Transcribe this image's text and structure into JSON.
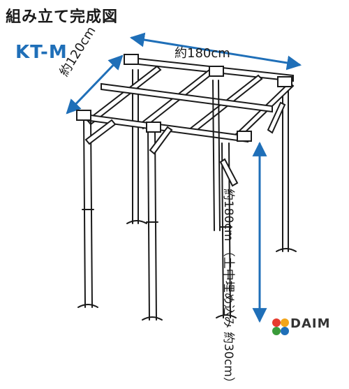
{
  "title": "組み立て完成図",
  "model": "KT-M",
  "dimensions": {
    "width": "約180cm",
    "depth": "約120cm",
    "height": "約180cm",
    "ground_note": "（土中埋め込み 約30cm）"
  },
  "brand": {
    "name": "DAIM"
  },
  "colors": {
    "model_text": "#1f6fb8",
    "arrow": "#1f6fb8",
    "frame": "#1a1a1a"
  }
}
